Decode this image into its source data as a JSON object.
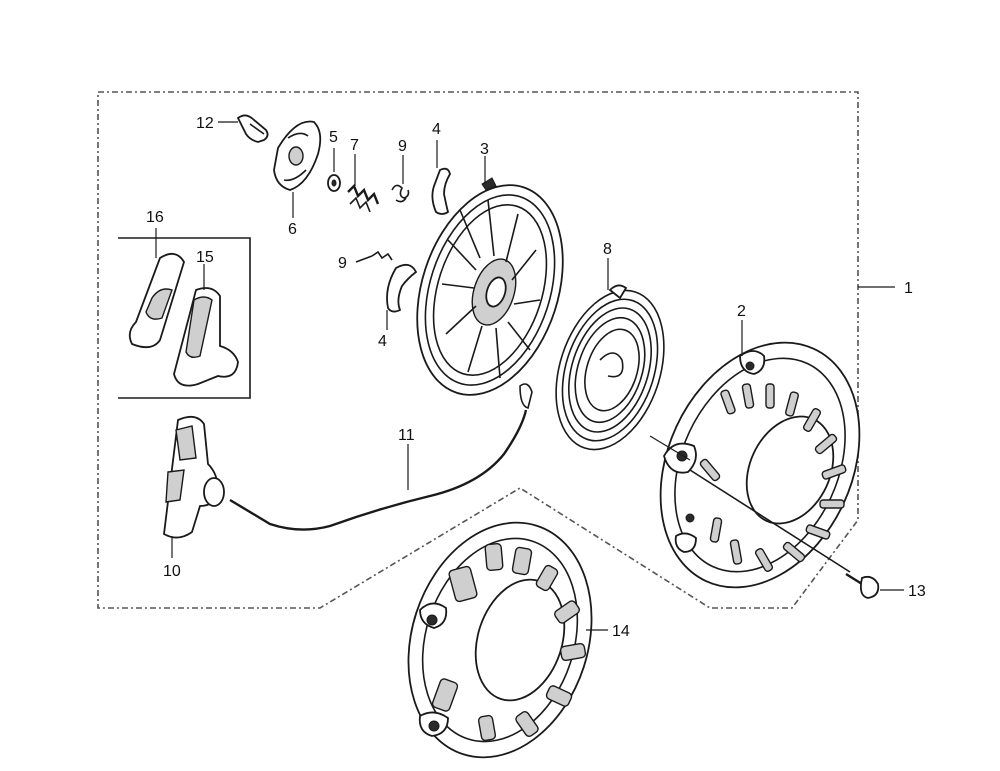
{
  "diagram": {
    "labels": {
      "p1": "1",
      "p2": "2",
      "p3": "3",
      "p4a": "4",
      "p4b": "4",
      "p5": "5",
      "p6": "6",
      "p7": "7",
      "p8": "8",
      "p9a": "9",
      "p9b": "9",
      "p10": "10",
      "p11": "11",
      "p12": "12",
      "p13": "13",
      "p14": "14",
      "p15": "15",
      "p16": "16"
    }
  }
}
